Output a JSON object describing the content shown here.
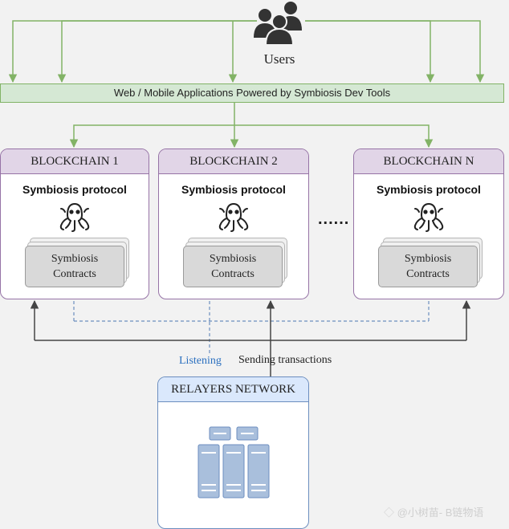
{
  "users": {
    "label": "Users",
    "icon": "users-group-icon"
  },
  "app_bar": {
    "label": "Web / Mobile Applications Powered by Symbiosis Dev Tools"
  },
  "chains": [
    {
      "title": "BLOCKCHAIN 1",
      "protocol": "Symbiosis protocol",
      "contracts_line1": "Symbiosis",
      "contracts_line2": "Contracts"
    },
    {
      "title": "BLOCKCHAIN 2",
      "protocol": "Symbiosis protocol",
      "contracts_line1": "Symbiosis",
      "contracts_line2": "Contracts"
    },
    {
      "title": "BLOCKCHAIN N",
      "protocol": "Symbiosis protocol",
      "contracts_line1": "Symbiosis",
      "contracts_line2": "Contracts"
    }
  ],
  "ellipsis": "......",
  "links": {
    "listening": "Listening",
    "sending": "Sending transactions"
  },
  "relayers": {
    "title": "RELAYERS NETWORK",
    "icon": "server-rack-icon"
  },
  "watermark": "◇ @小树苗- B链物语",
  "colors": {
    "app_fill": "#d5e8d4",
    "app_stroke": "#82b366",
    "chain_fill": "#e1d5e7",
    "chain_stroke": "#9673a6",
    "relay_fill": "#dae8fc",
    "relay_stroke": "#6c8ebf",
    "listen_color": "#2a6fbf"
  }
}
